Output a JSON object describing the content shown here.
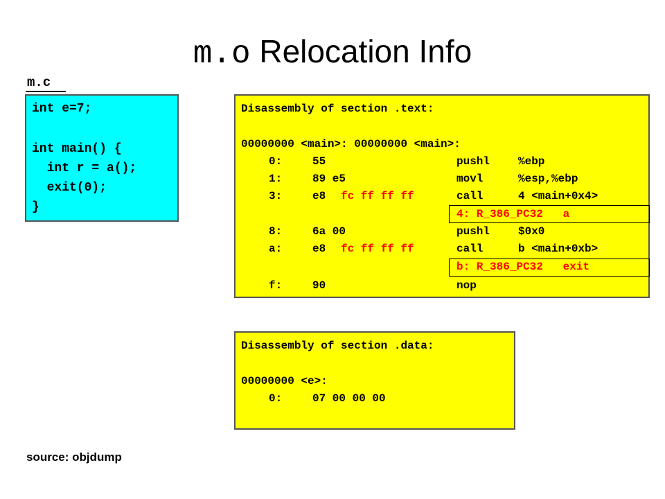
{
  "title": {
    "mono": "m.o",
    "sans": "Relocation Info"
  },
  "source_file": {
    "label": "m.c",
    "lines": [
      "int e=7;",
      "",
      "int main() {",
      "  int r = a();",
      "  exit(0);",
      "}"
    ]
  },
  "text_section": {
    "header": "Disassembly of section .text:",
    "symbol": "00000000 <main>: 00000000 <main>:",
    "rows": [
      {
        "addr": "0:",
        "bytes": "55",
        "bytes_red": "",
        "instr": "pushl",
        "operand": "%ebp"
      },
      {
        "addr": "1:",
        "bytes": "89 e5",
        "bytes_red": "",
        "instr": "movl",
        "operand": "%esp,%ebp"
      },
      {
        "addr": "3:",
        "bytes": "e8",
        "bytes_red": "fc ff ff ff",
        "instr": "call",
        "operand": "4 <main+0x4>"
      },
      {
        "reloc": "4: R_386_PC32   a"
      },
      {
        "addr": "8:",
        "bytes": "6a 00",
        "bytes_red": "",
        "instr": "pushl",
        "operand": "$0x0"
      },
      {
        "addr": "a:",
        "bytes": "e8",
        "bytes_red": "fc ff ff ff",
        "instr": "call",
        "operand": "b <main+0xb>"
      },
      {
        "reloc": "b: R_386_PC32   exit"
      },
      {
        "addr": "f:",
        "bytes": "90",
        "bytes_red": "",
        "instr": "nop",
        "operand": ""
      }
    ]
  },
  "data_section": {
    "header": "Disassembly of section .data:",
    "symbol": "00000000 <e>:",
    "row": {
      "addr": "0:",
      "bytes": "07 00 00 00"
    }
  },
  "source_note": "source: objdump"
}
